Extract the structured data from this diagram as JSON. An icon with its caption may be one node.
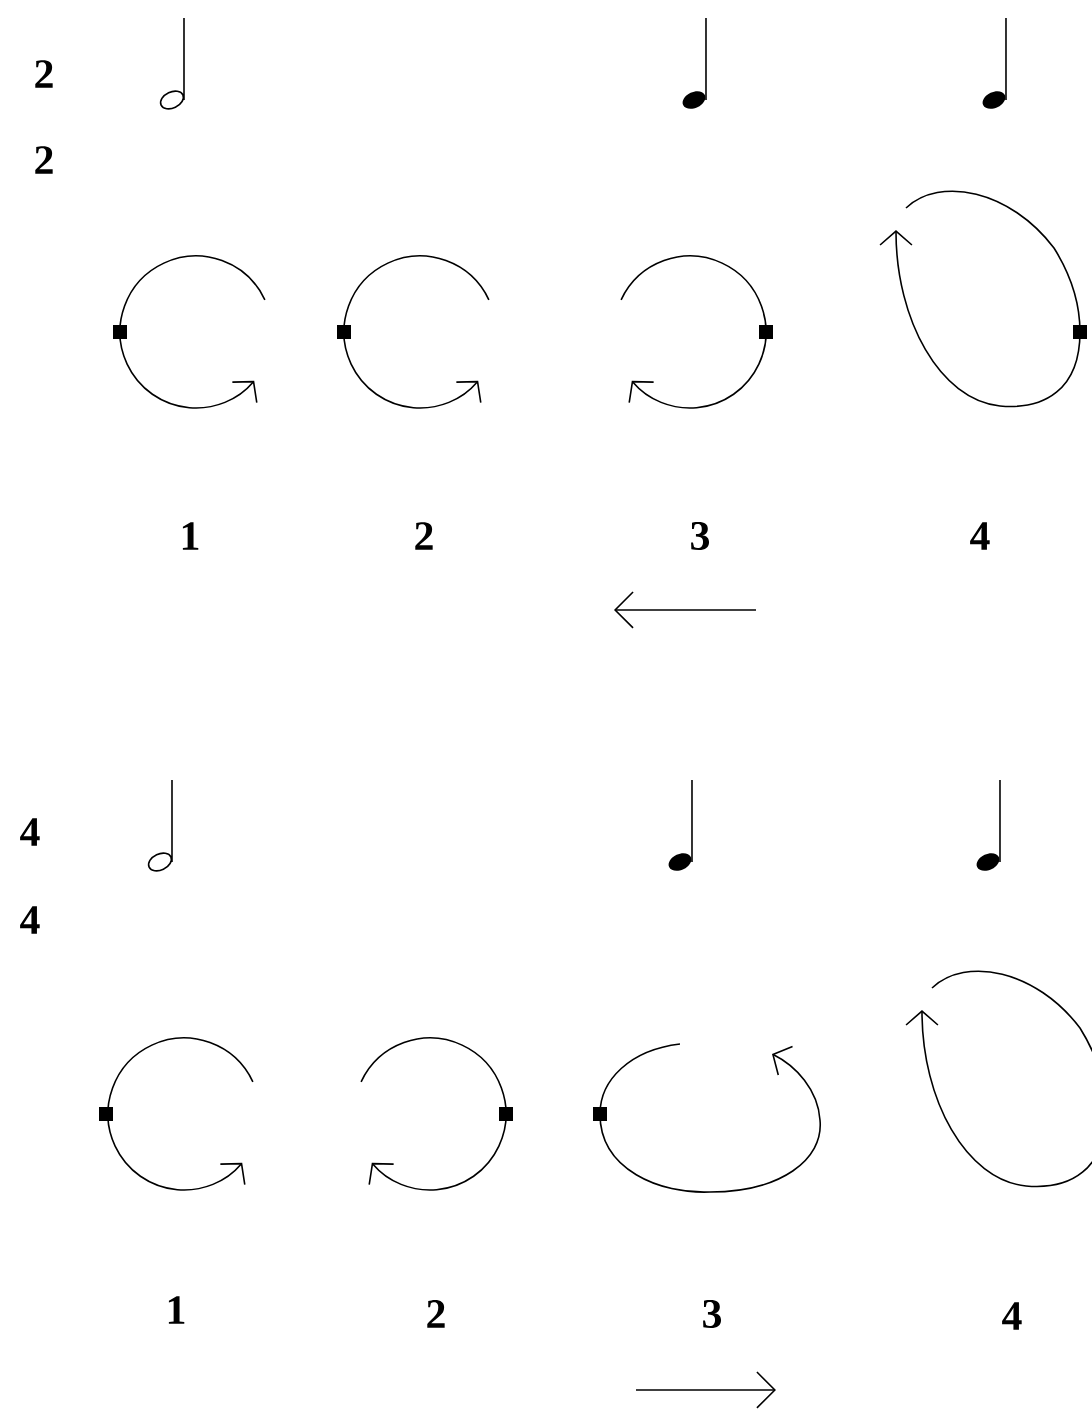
{
  "diagram": {
    "labels": [
      "2",
      "2",
      "1",
      "2",
      "3",
      "4",
      "4",
      "4",
      "1",
      "2",
      "3",
      "4"
    ]
  }
}
